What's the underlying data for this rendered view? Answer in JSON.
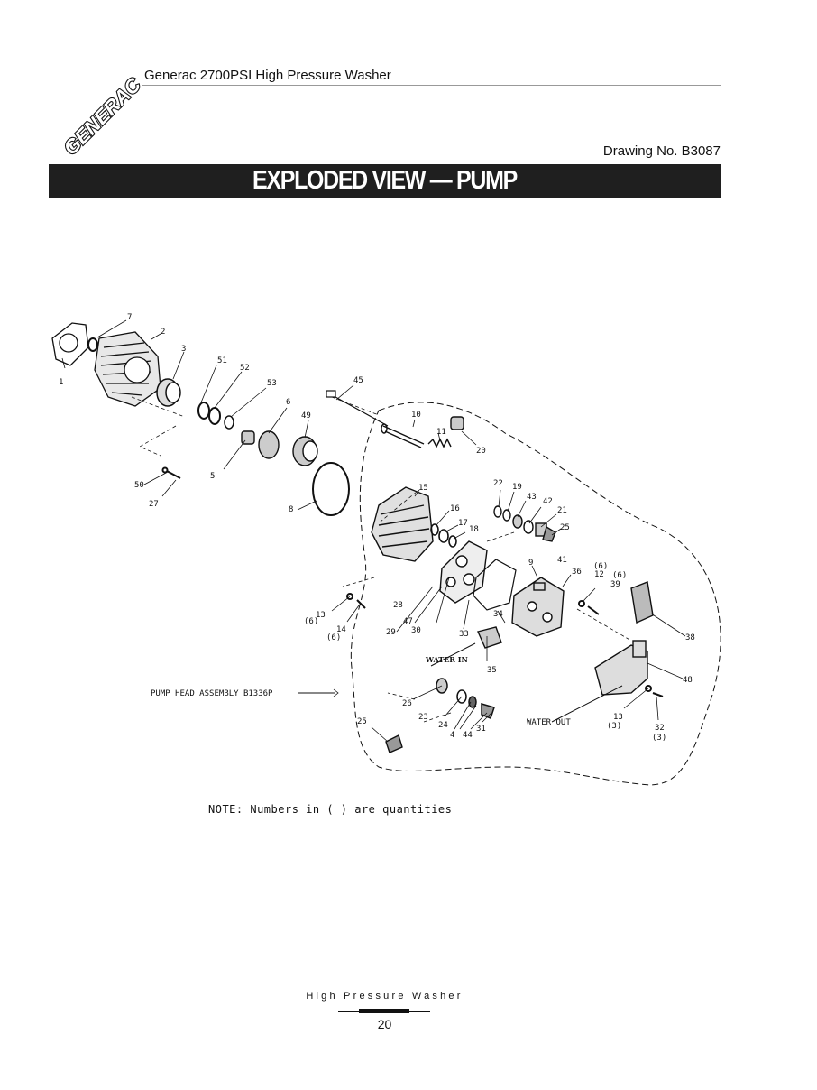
{
  "header": {
    "brand": "GENERAC",
    "title": "Generac 2700PSI  High Pressure Washer",
    "drawing_number": "Drawing No. B3087"
  },
  "banner": {
    "title": "EXPLODED VIEW — PUMP"
  },
  "diagram": {
    "labels": {
      "l1": "1",
      "l2": "2",
      "l3": "3",
      "l4": "4",
      "l5": "5",
      "l6": "6",
      "l7": "7",
      "l8": "8",
      "l9": "9",
      "l10": "10",
      "l11": "11",
      "l12": "12",
      "l12q": "(6)",
      "l13a": "13",
      "l13aq": "(6)",
      "l13b": "13",
      "l13bq": "(3)",
      "l14": "14",
      "l14q": "(6)",
      "l15": "15",
      "l16": "16",
      "l17": "17",
      "l18": "18",
      "l19": "19",
      "l20": "20",
      "l21": "21",
      "l22": "22",
      "l23": "23",
      "l24": "24",
      "l25a": "25",
      "l25b": "25",
      "l26": "26",
      "l27": "27",
      "l28": "28",
      "l29": "29",
      "l30": "30",
      "l31": "31",
      "l32": "32",
      "l32q": "(3)",
      "l33": "33",
      "l34": "34",
      "l35": "35",
      "l36": "36",
      "l38": "38",
      "l39": "39",
      "l39q": "(6)",
      "l41": "41",
      "l42": "42",
      "l43": "43",
      "l44": "44",
      "l45": "45",
      "l47": "47",
      "l48": "48",
      "l49": "49",
      "l50": "50",
      "l51": "51",
      "l52": "52",
      "l53": "53"
    },
    "water_in": "WATER IN",
    "water_out": "WATER OUT",
    "pump_head": "PUMP HEAD ASSEMBLY B1336P"
  },
  "note": "NOTE: Numbers in (   ) are quantities",
  "footer": {
    "title": "High Pressure Washer",
    "page": "20"
  }
}
